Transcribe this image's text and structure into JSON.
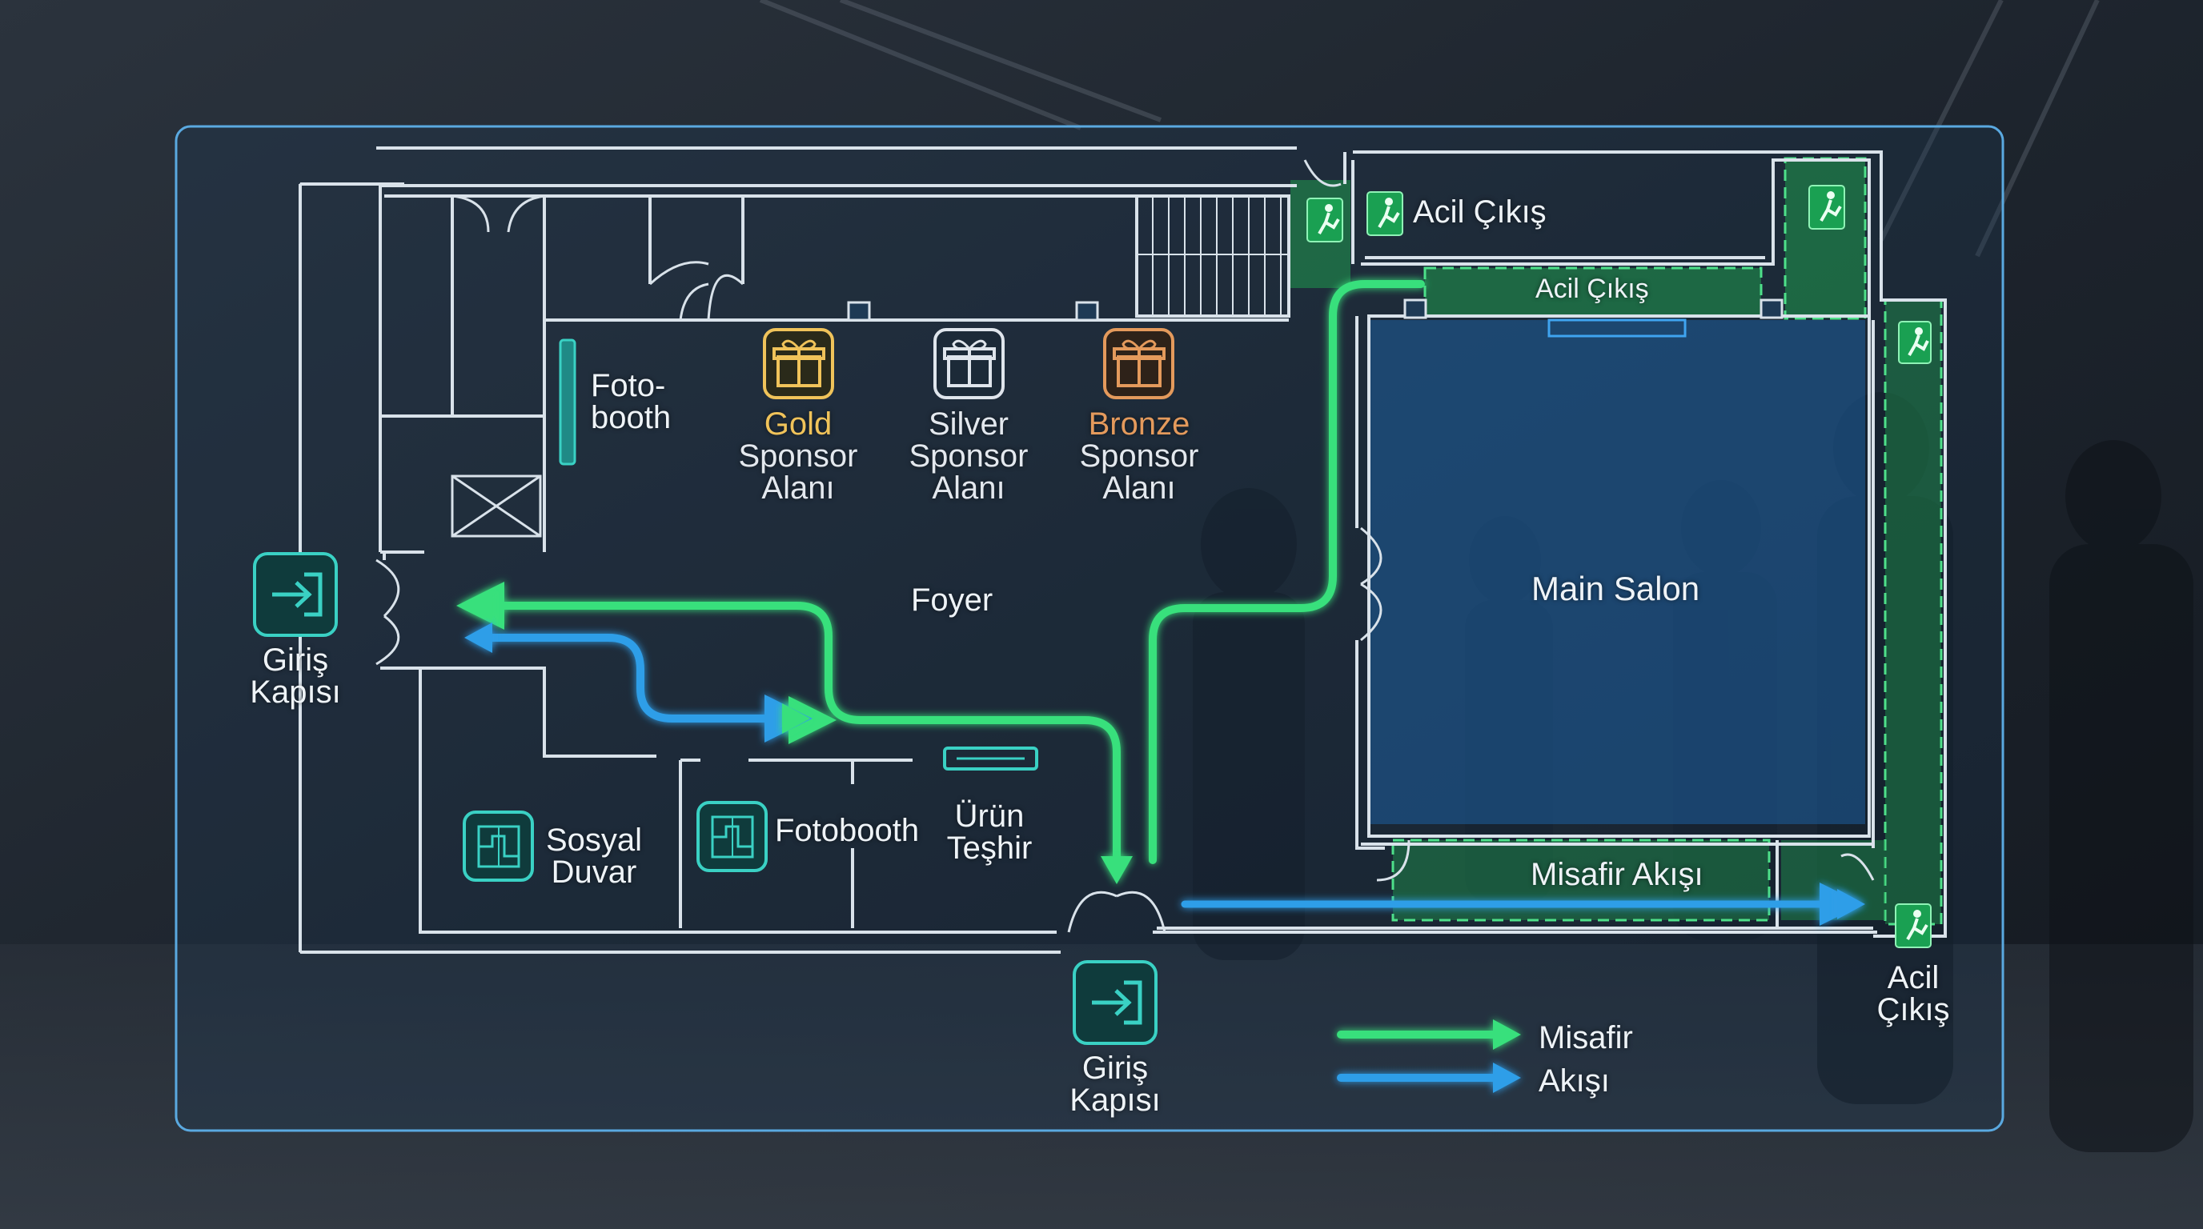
{
  "title": "",
  "colors": {
    "frame": "#5aa9e0",
    "wall": "#d9e2ea",
    "guest_flow_green": "#39e07c",
    "guest_flow_blue": "#2f9ee8",
    "emergency_zone": "#1f9a4e",
    "main_salon_fill": "#1d5e9e",
    "gold": "#f0c35a",
    "silver": "#dfe5ec",
    "bronze": "#e49a5c",
    "icon_teal": "#3ad1c4"
  },
  "zones": {
    "foto_booth_top": {
      "line1": "Foto-",
      "line2": "booth",
      "icon": "vertical-bar"
    },
    "gold_sponsor": {
      "line1": "Gold",
      "line2": "Sponsor",
      "line3": "Alanı",
      "icon": "gift-icon"
    },
    "silver_sponsor": {
      "line1": "Silver",
      "line2": "Sponsor",
      "line3": "Alanı",
      "icon": "gift-icon"
    },
    "bronze_sponsor": {
      "line1": "Bronze",
      "line2": "Sponsor",
      "line3": "Alanı",
      "icon": "gift-icon"
    },
    "foyer": {
      "label": "Foyer"
    },
    "main_salon": {
      "label": "Main Salon"
    },
    "sosyal_duvar": {
      "line1": "Sosyal",
      "line2": "Duvar",
      "icon": "wall-grid-icon"
    },
    "fotobooth": {
      "label": "Fotobooth",
      "icon": "wall-grid-icon"
    },
    "urun_teshir": {
      "line1": "Ürün",
      "line2": "Teşhir"
    },
    "misafir_akisi_corridor": {
      "label": "Misafir Akışı"
    }
  },
  "entrances": {
    "left": {
      "line1": "Giriş",
      "line2": "Kapısı",
      "icon": "enter-door-icon"
    },
    "bottom": {
      "line1": "Giriş",
      "line2": "Kapısı",
      "icon": "enter-door-icon"
    }
  },
  "emergency": {
    "top_label": "Acil Çıkış",
    "corridor_label": "Acil Çıkış",
    "bottom_right_line1": "Acil",
    "bottom_right_line2": "Çıkış",
    "icon": "emergency-exit-icon"
  },
  "legend": {
    "line1": "Misafir",
    "line2": "Akışı"
  }
}
